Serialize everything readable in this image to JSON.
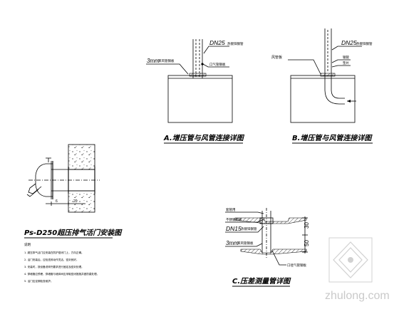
{
  "detail_a": {
    "title": "A.增压管与风管连接详图",
    "pipe_label": "DN25",
    "pipe_note": "热镀锌钢管",
    "wall_label": "3mm",
    "wall_note": "厚风管钢板",
    "valve_note": "口气管钢板"
  },
  "detail_b": {
    "title": "B.增压管与风管连接详图",
    "duct_label": "风管板",
    "pipe_label": "DN25",
    "pipe_note": "热镀锌钢管",
    "note_1": "钢管",
    "note_2": "垫片"
  },
  "detail_c": {
    "title": "C.压差测量管详图",
    "label_1": "套管用",
    "label_2": "不锈钢用板",
    "pipe_label": "DN15",
    "pipe_note": "热镀锌钢管",
    "wall_label": "3mm",
    "wall_note": "厚风管钢板",
    "valve_note": "口径气管钢板",
    "dim_top": "30",
    "dim_bottom": "50"
  },
  "detail_ps": {
    "title": "Ps-D250超压排气活门安装图",
    "notes_heading": "说明",
    "notes": [
      "1. 超压排气活门应安装在防护密闭门上，方向正确。",
      "2. 活门安装后，应检查其动作灵活，密封良好。",
      "3. 安装时，按设备说明书要求进行固定及密封处理。",
      "4. 穿墙管应预埋，穿墙管与墙体间应采取密闭措施并做防腐处理。",
      "5. 活门应定期检查维护。"
    ],
    "dim_1": "6",
    "dim_2": "20"
  },
  "watermark": {
    "text": "zhulong.com"
  }
}
